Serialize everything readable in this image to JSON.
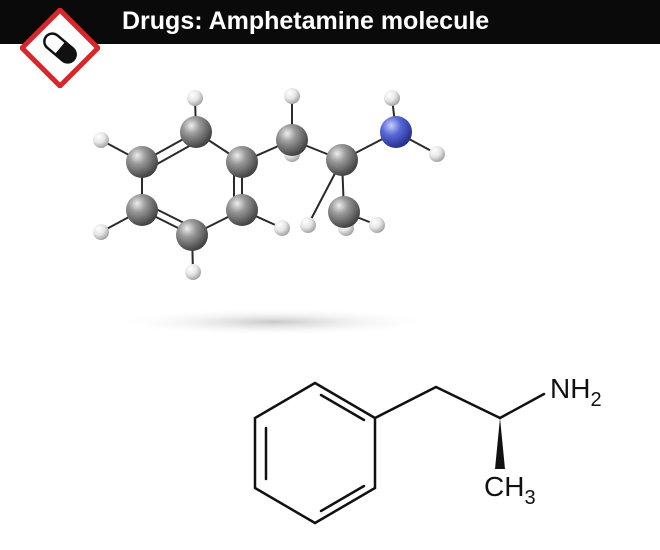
{
  "header": {
    "title": "Drugs: Amphetamine molecule"
  },
  "icons": {
    "hazard": "pill-capsule-hazard-icon"
  },
  "structure": {
    "amine_group": "NH",
    "amine_subscript": "2",
    "methyl_group": "CH",
    "methyl_subscript": "3"
  },
  "colors": {
    "header_bg": "#0a0a0a",
    "header_text": "#ffffff",
    "hazard_border": "#d9262b",
    "carbon": "#6e6e6e",
    "hydrogen": "#e8e8e8",
    "nitrogen": "#3f4fb8"
  }
}
